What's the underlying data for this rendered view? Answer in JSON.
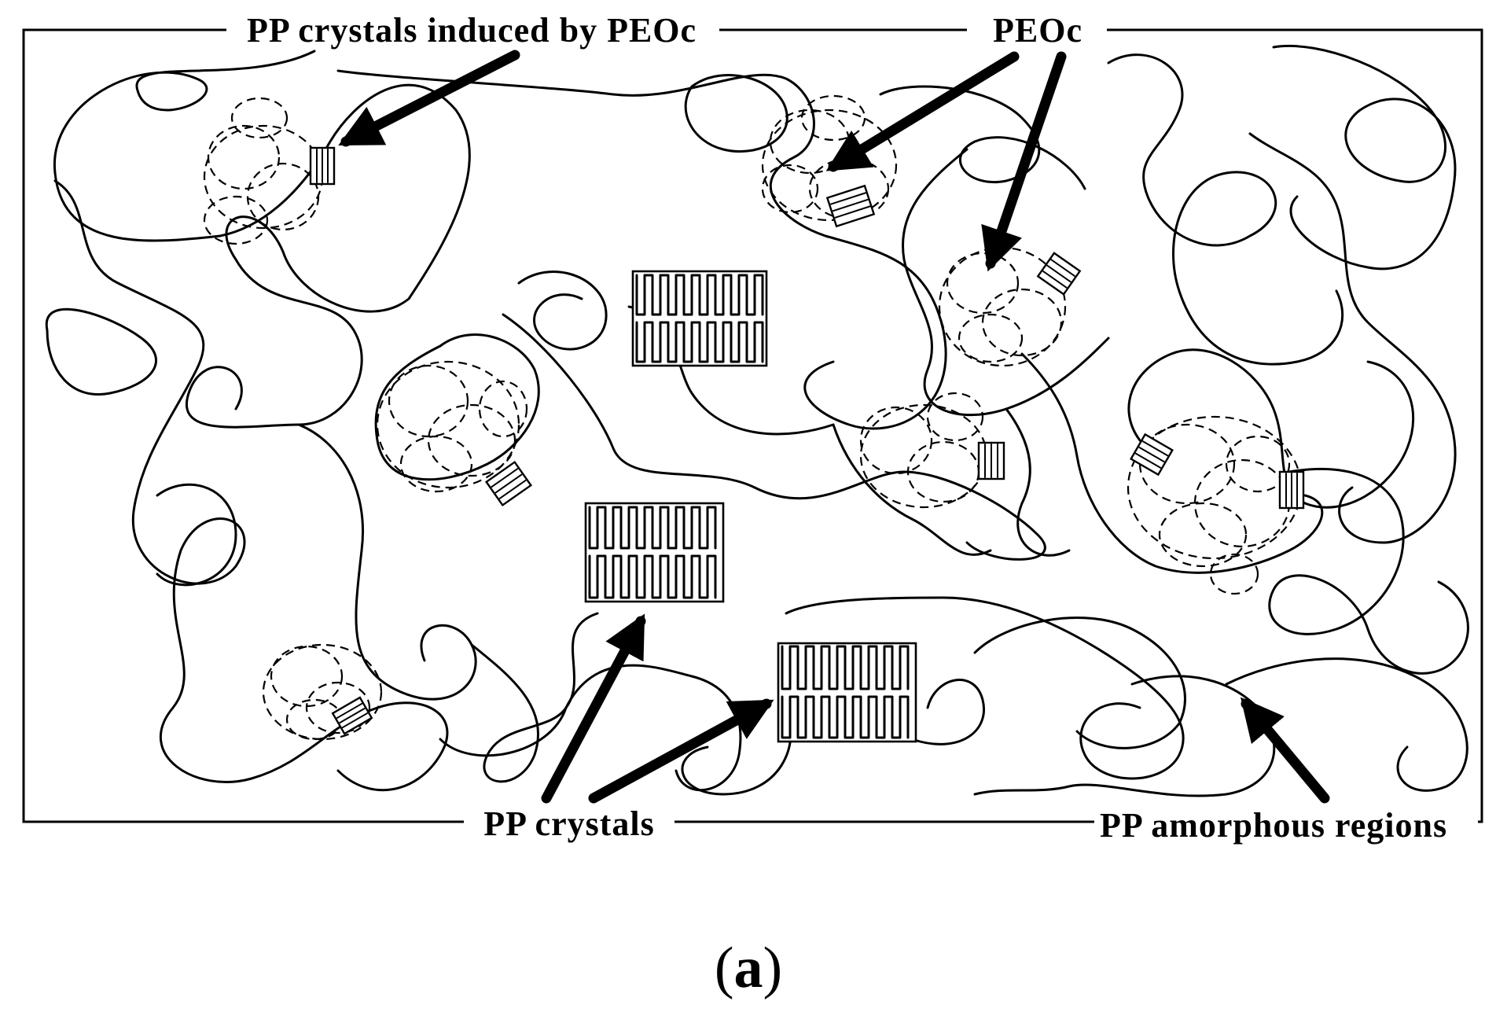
{
  "labels": {
    "pp_crystals_induced": "PP crystals induced by PEOc",
    "peoc": "PEOc",
    "pp_crystals": "PP crystals",
    "pp_amorphous": "PP amorphous regions"
  },
  "caption": {
    "open": "(",
    "letter": "a",
    "close": ")"
  },
  "colors": {
    "ink": "#000000",
    "background": "#ffffff"
  }
}
